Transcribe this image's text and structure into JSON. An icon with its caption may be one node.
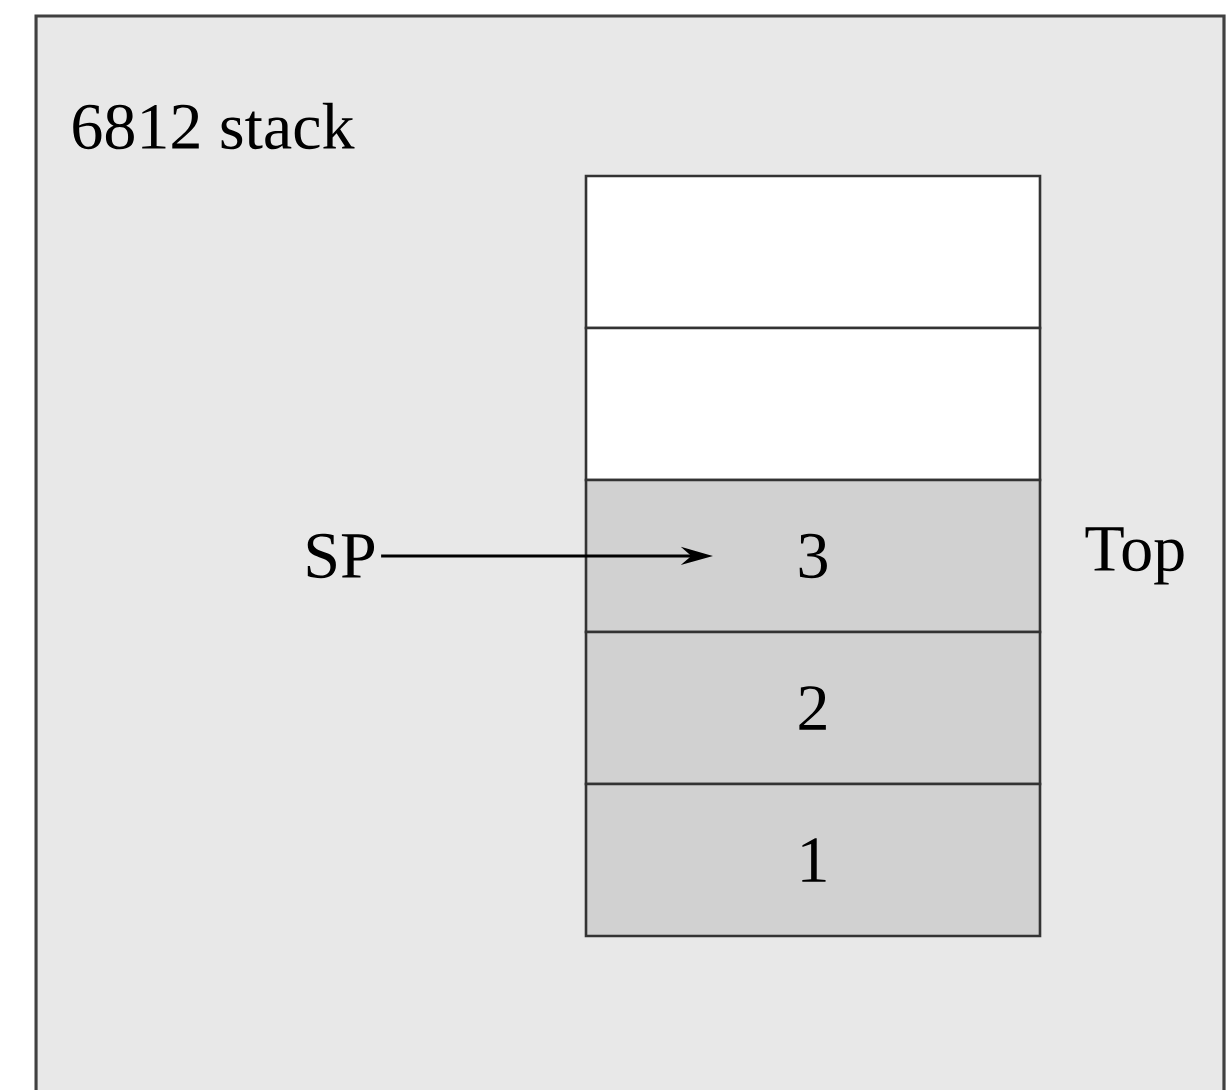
{
  "diagram": {
    "title": "6812 stack",
    "nodes": [
      {
        "text": [],
        "shape": "box"
      },
      {
        "text": [],
        "shape": "box"
      },
      {
        "text": [
          "3"
        ],
        "beside": [
          "Top"
        ]
      },
      {
        "text": [
          "2"
        ]
      },
      {
        "text": [
          "1"
        ]
      },
      {
        "text": [
          "SP"
        ]
      }
    ],
    "edges": [
      {
        "from": 5,
        "to": 2,
        "arrow": "to"
      }
    ]
  }
}
